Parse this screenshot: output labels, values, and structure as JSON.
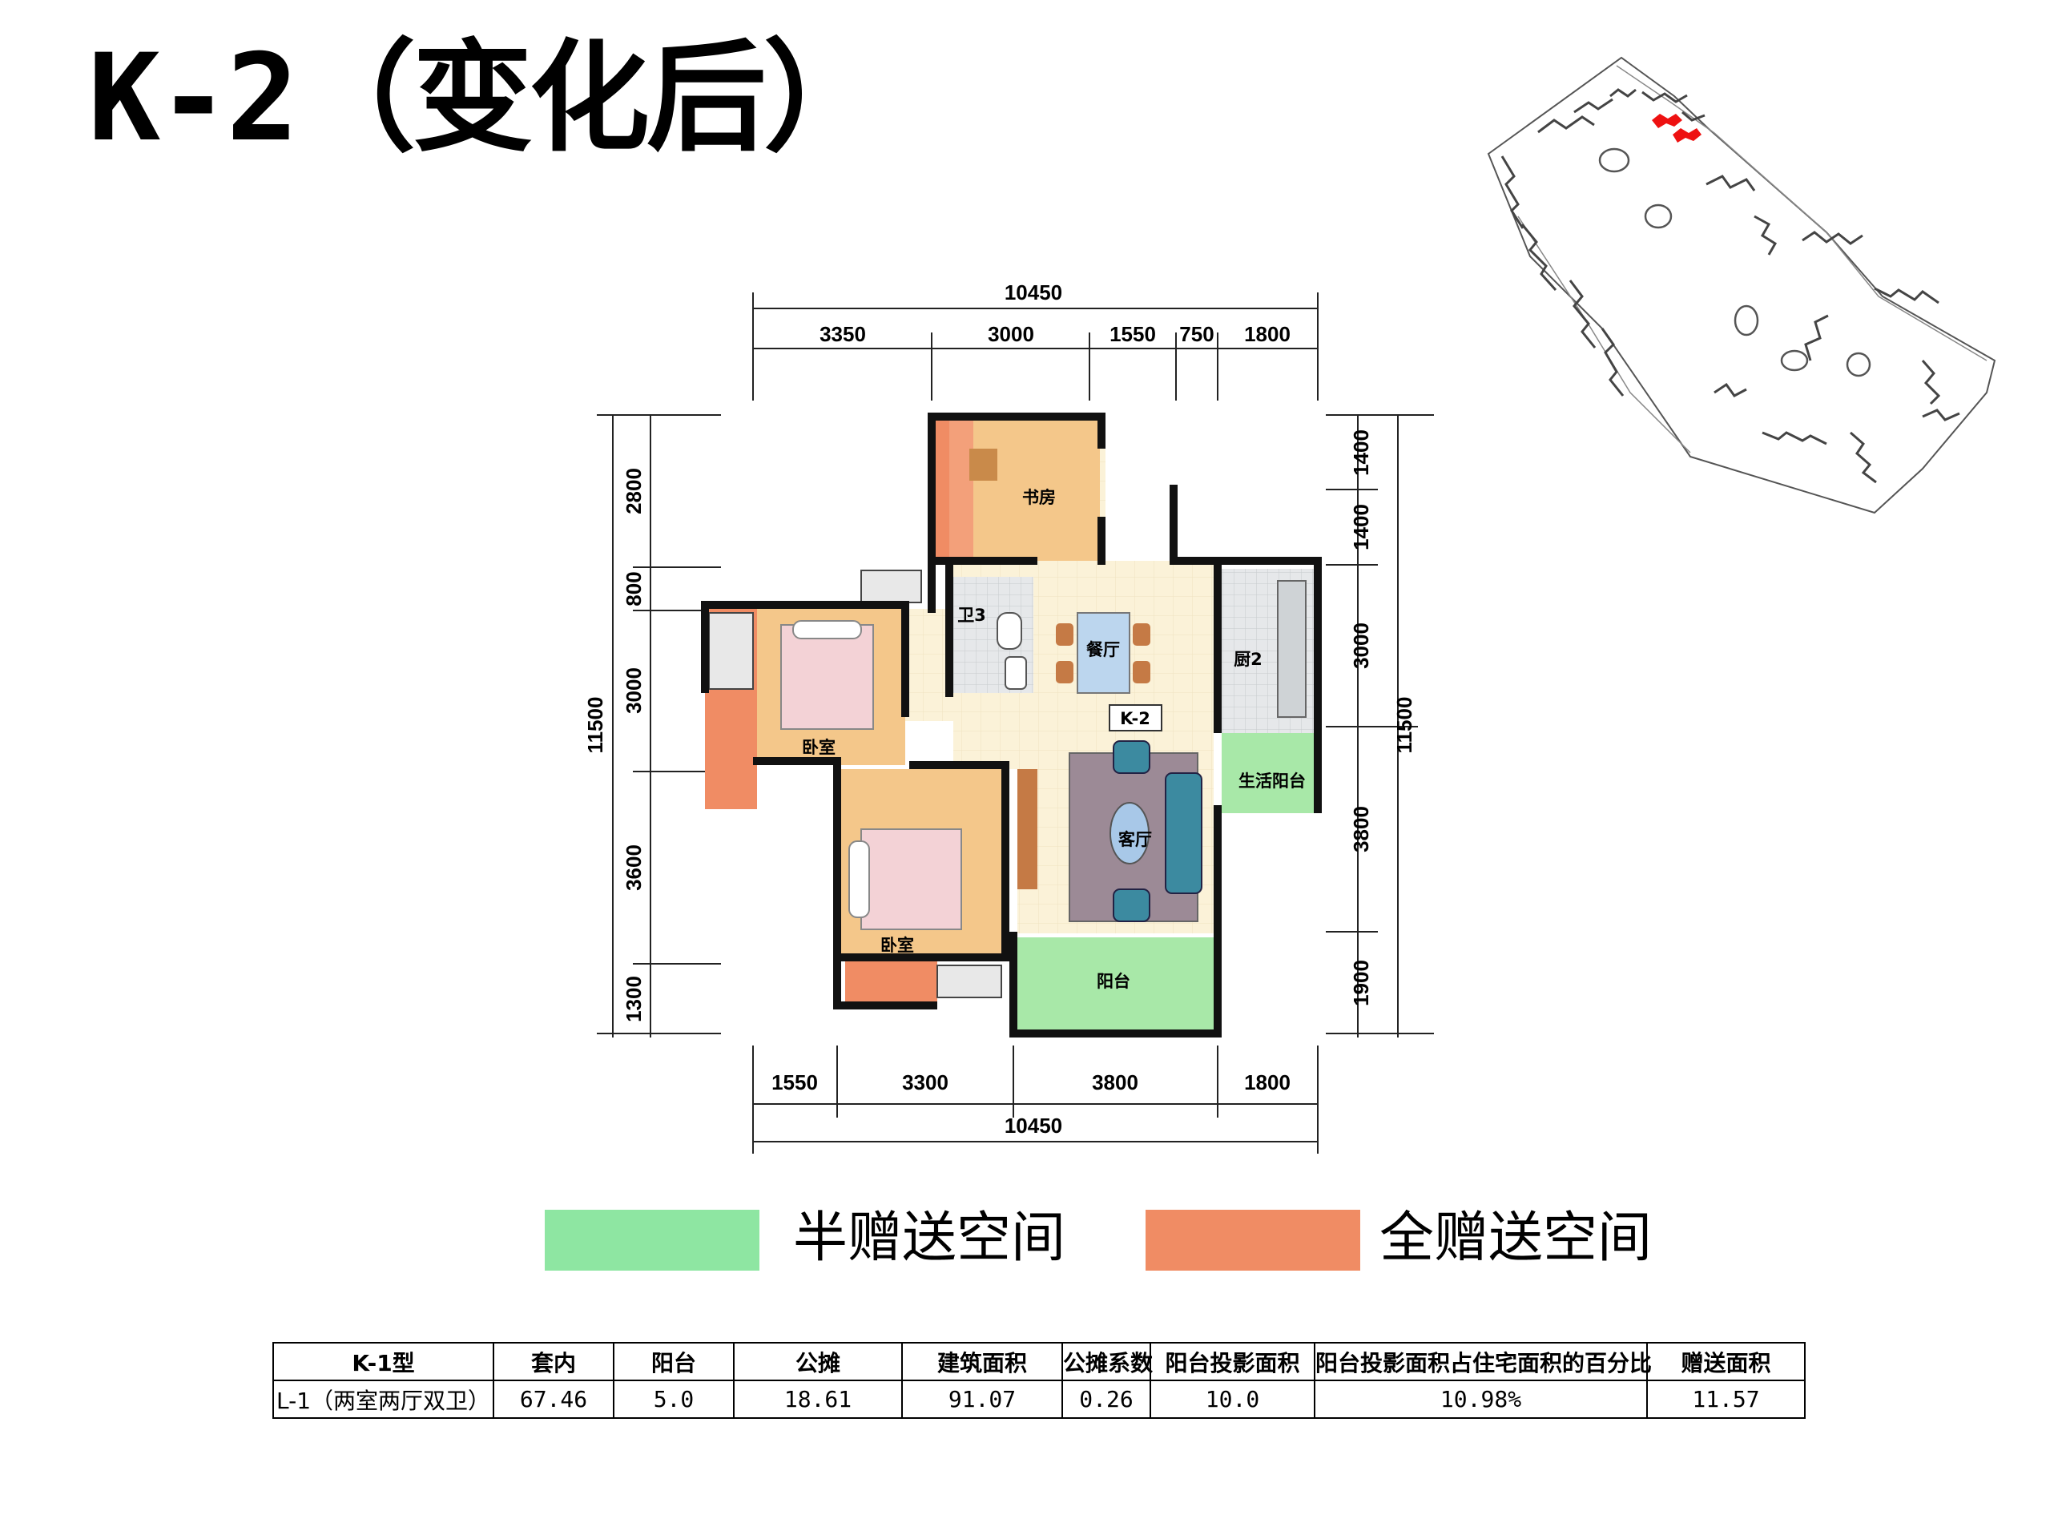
{
  "title": "K-2（变化后）",
  "colors": {
    "half_gift": "#8ee6a2",
    "full_gift": "#f08c64",
    "wall": "#111111",
    "floor_tile": "#fbf2d8",
    "wood": "#f0c480",
    "balcony": "#a8e8a8"
  },
  "plan": {
    "unit_tag": "K-2",
    "rooms": {
      "study": "书房",
      "bath": "卫3",
      "dining": "餐厅",
      "kitchen": "厨2",
      "bedroom_top": "卧室",
      "bedroom_bottom": "卧室",
      "living": "客厅",
      "utility_balcony": "生活阳台",
      "balcony": "阳台"
    },
    "dims": {
      "top_total": "10450",
      "top": [
        "3350",
        "3000",
        "1550",
        "750",
        "1800"
      ],
      "bottom": [
        "1550",
        "3300",
        "3800",
        "1800"
      ],
      "bottom_total": "10450",
      "left": [
        "2800",
        "800",
        "3000",
        "3600",
        "1300"
      ],
      "left_total": "11500",
      "right": [
        "1400",
        "1400",
        "3000",
        "3800",
        "1900"
      ],
      "right_total": "11500"
    }
  },
  "legend": {
    "half_label": "半赠送空间",
    "full_label": "全赠送空间"
  },
  "table": {
    "headers": [
      "K-1型",
      "套内",
      "阳台",
      "公摊",
      "建筑面积",
      "公摊系数",
      "阳台投影面积",
      "阳台投影面积占住宅面积的百分比",
      "赠送面积"
    ],
    "row": [
      "L-1（两室两厅双卫）",
      "67.46",
      "5.0",
      "18.61",
      "91.07",
      "0.26",
      "10.0",
      "10.98%",
      "11.57"
    ]
  }
}
